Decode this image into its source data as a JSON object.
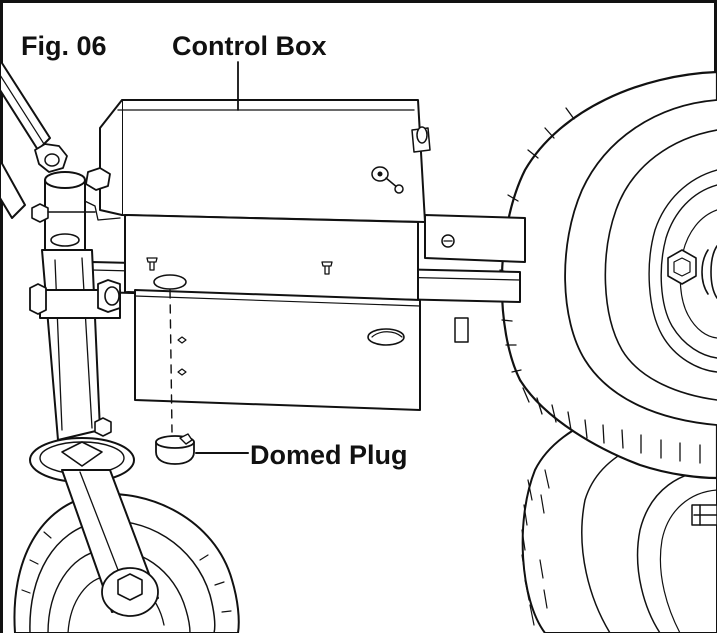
{
  "figure": {
    "number": "Fig. 06",
    "labels": {
      "control_box": "Control Box",
      "domed_plug": "Domed Plug"
    }
  },
  "colors": {
    "line": "#111111",
    "background": "#ffffff",
    "frame": "#111111"
  }
}
